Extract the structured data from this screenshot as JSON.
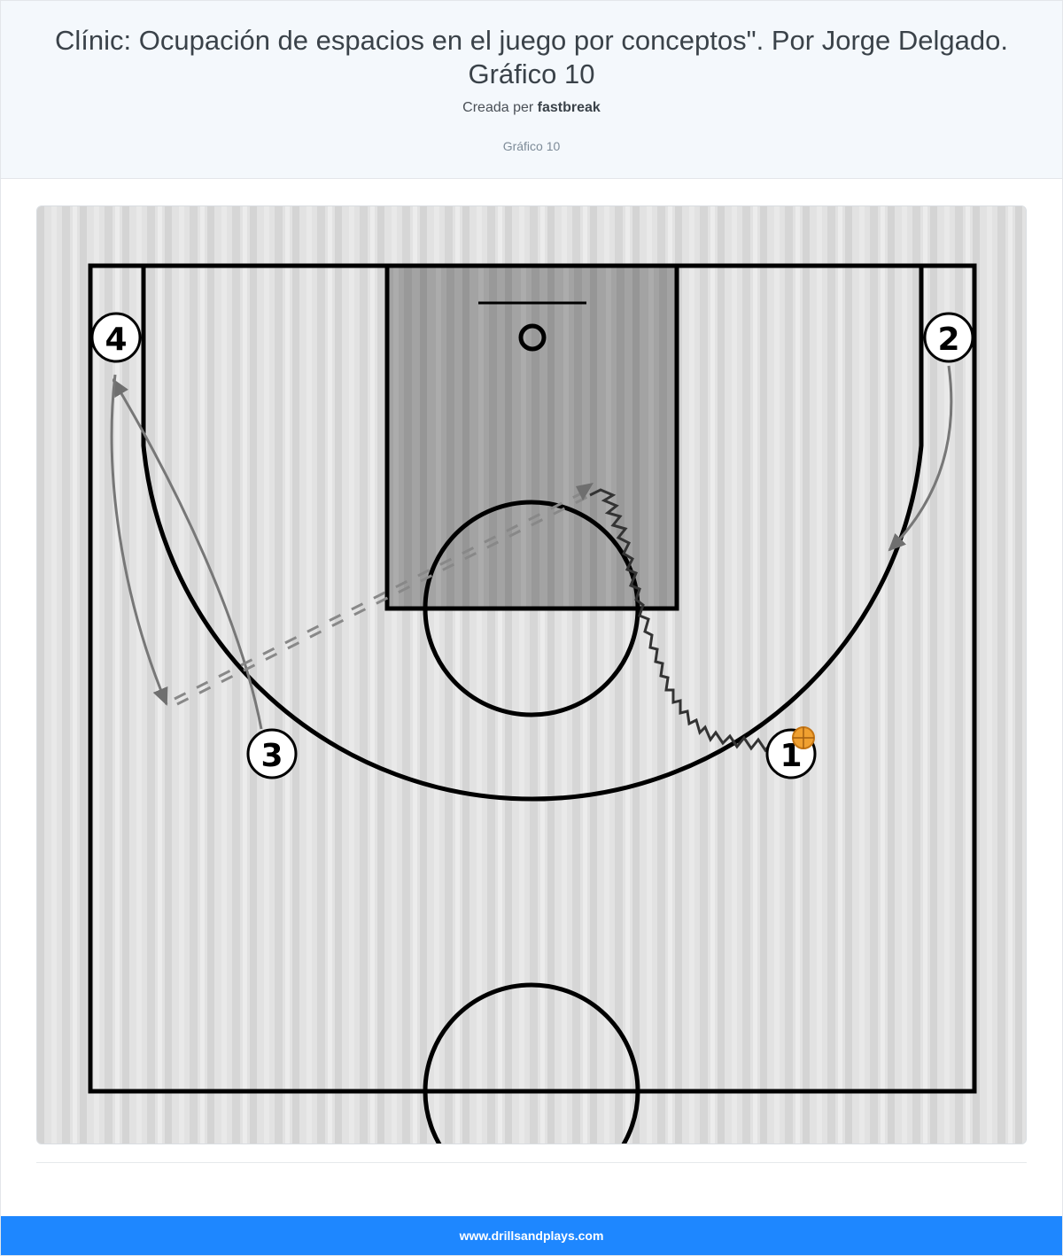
{
  "header": {
    "title": "Clínic: Ocupación de espacios en el juego por conceptos\". Por Jorge Delgado. Gráfico 10",
    "author_prefix": "Creada per",
    "author_name": "fastbreak",
    "subtitle": "Gráfico 10"
  },
  "diagram": {
    "court_color": "#dcdcdc",
    "paint_color": "#9a9a9a",
    "line_color": "#000000",
    "movement_color": "#777777",
    "ball_color": "#f0a030",
    "players": [
      {
        "number": "1",
        "has_ball": true
      },
      {
        "number": "2",
        "has_ball": false
      },
      {
        "number": "3",
        "has_ball": false
      },
      {
        "number": "4",
        "has_ball": false
      }
    ]
  },
  "footer": {
    "site": "www.drillsandplays.com"
  }
}
